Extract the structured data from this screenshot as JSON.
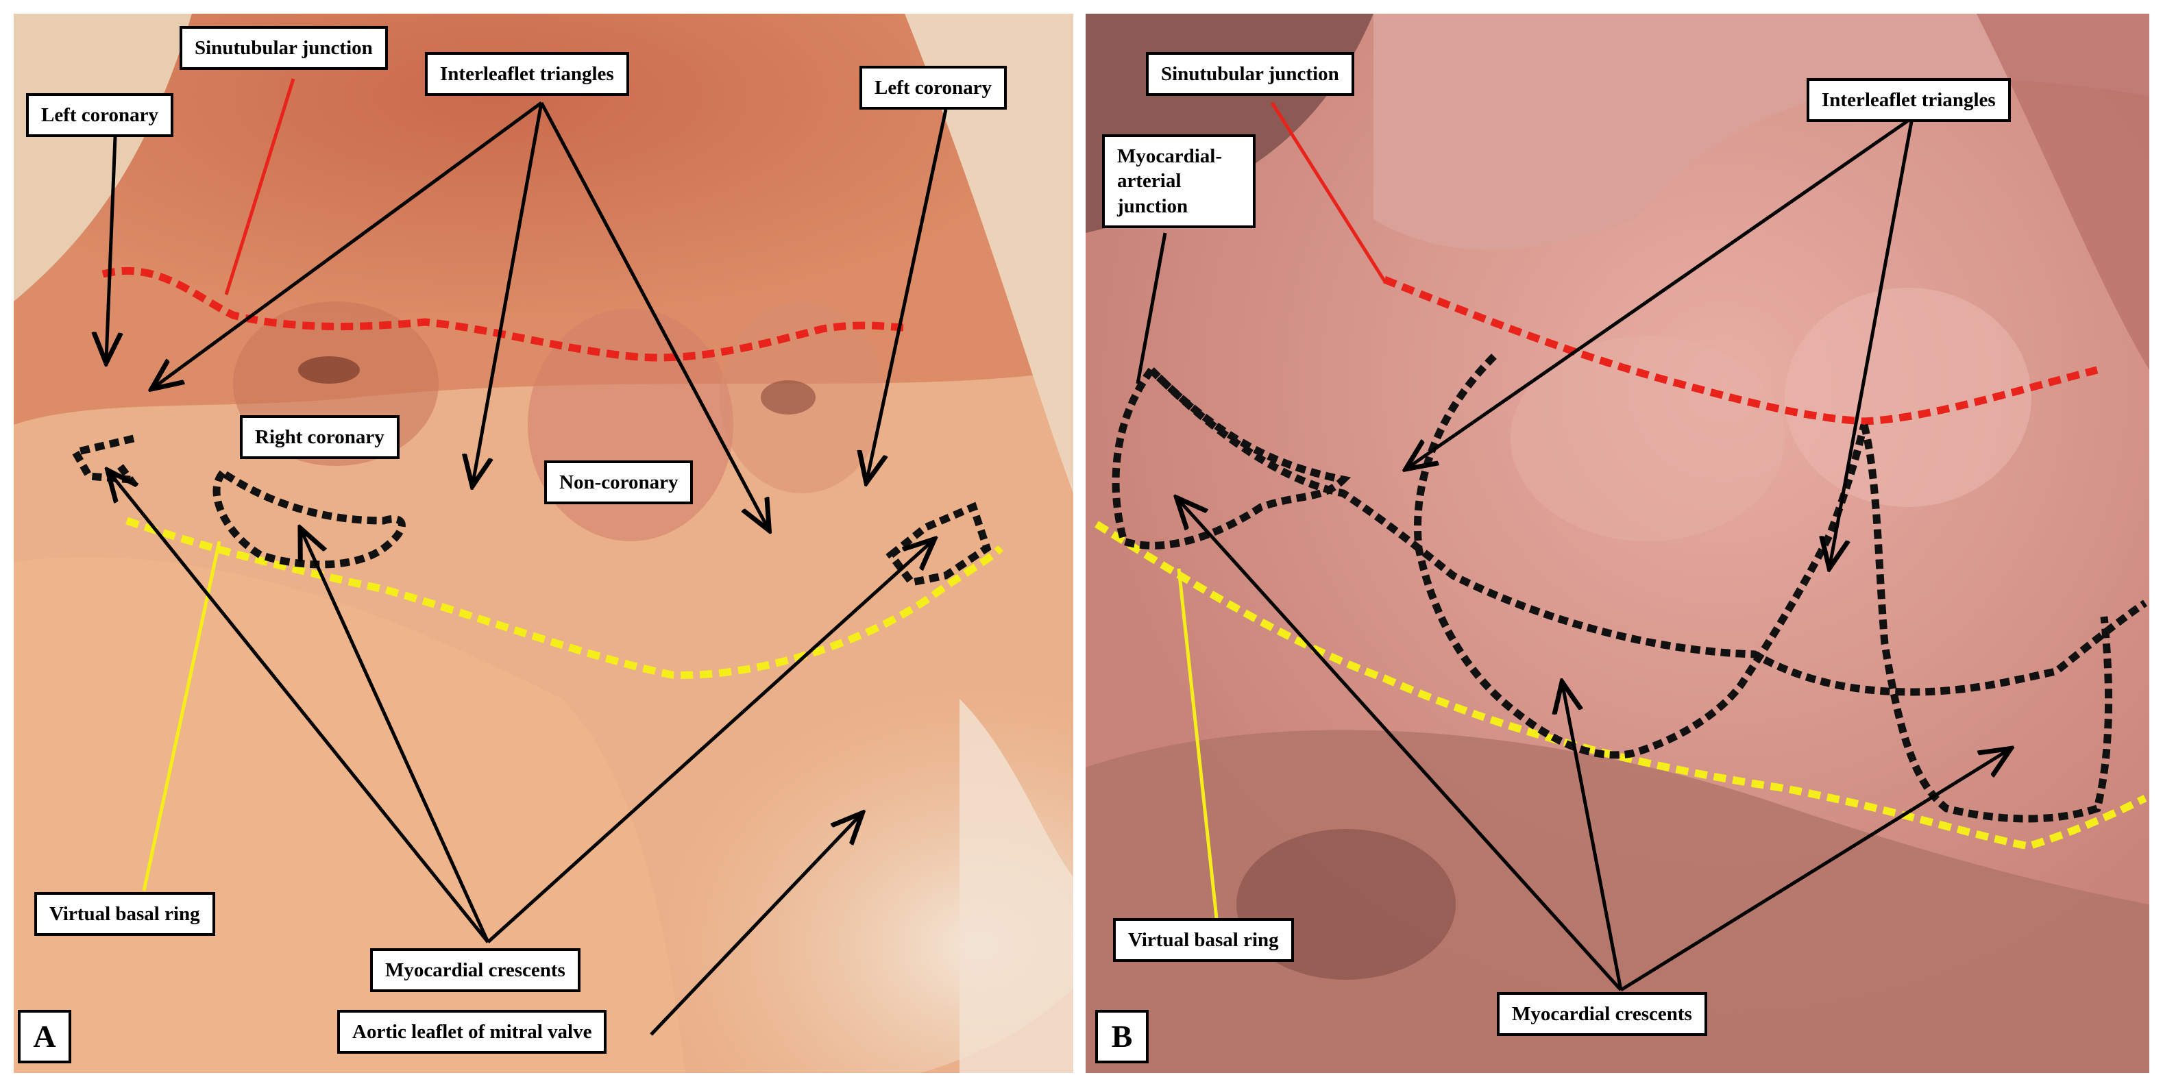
{
  "panel_a": {
    "letter": "A",
    "labels": {
      "sinutubular_junction": "Sinutubular junction",
      "interleaflet_triangles": "Interleaflet triangles",
      "left_coronary_1": "Left coronary",
      "left_coronary_2": "Left coronary",
      "right_coronary": "Right coronary",
      "non_coronary": "Non-coronary",
      "virtual_basal_ring": "Virtual basal ring",
      "myocardial_crescents": "Myocardial crescents",
      "aortic_leaflet": "Aortic leaflet of mitral valve"
    }
  },
  "panel_b": {
    "letter": "B",
    "labels": {
      "sinutubular_junction": "Sinutubular junction",
      "interleaflet_triangles": "Interleaflet triangles",
      "myocardial_arterial_junction": "Myocardial-arterial junction",
      "virtual_basal_ring": "Virtual basal ring",
      "myocardial_crescents": "Myocardial crescents"
    }
  },
  "colors": {
    "sinutubular_line": "#e8231b",
    "basal_ring_line": "#f5ee1a",
    "crescent_line": "#111111",
    "arrow": "#000000"
  }
}
